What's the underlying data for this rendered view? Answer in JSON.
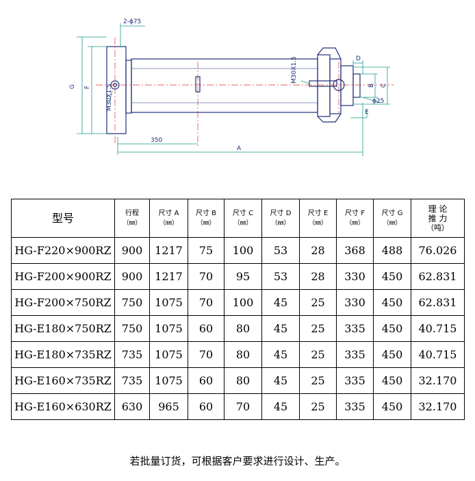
{
  "drawing": {
    "labels": {
      "top_bore": "2-ϕ75",
      "g": "G",
      "f": "F",
      "m_left": "M30X1.5",
      "m_right": "M30X1.5",
      "d": "D",
      "b": "B",
      "c": "C",
      "phi25": "ϕ25",
      "e": "E",
      "dim350": "350",
      "a": "A"
    },
    "colors": {
      "line": "#1f2d7a",
      "centerline": "#e03030",
      "dimension": "#1a9a8a"
    }
  },
  "table": {
    "headers": [
      {
        "text": "型号",
        "unit": ""
      },
      {
        "text": "行程",
        "unit": "（㎜）"
      },
      {
        "text": "尺寸 A",
        "unit": "（㎜）"
      },
      {
        "text": "尺寸 B",
        "unit": "（㎜）"
      },
      {
        "text": "尺寸 C",
        "unit": "（㎜）"
      },
      {
        "text": "尺寸 D",
        "unit": "（㎜）"
      },
      {
        "text": "尺寸 E",
        "unit": "（㎜）"
      },
      {
        "text": "尺寸 F",
        "unit": "（㎜）"
      },
      {
        "text": "尺寸 G",
        "unit": "（㎜）"
      },
      {
        "text": "理 论",
        "line2": "推 力",
        "unit": "（吨）"
      }
    ],
    "rows": [
      [
        "HG-F220×900RZ",
        "900",
        "1217",
        "75",
        "100",
        "53",
        "28",
        "368",
        "488",
        "76.026"
      ],
      [
        "HG-F200×900RZ",
        "900",
        "1217",
        "70",
        "95",
        "53",
        "28",
        "330",
        "450",
        "62.831"
      ],
      [
        "HG-F200×750RZ",
        "750",
        "1075",
        "70",
        "100",
        "45",
        "25",
        "330",
        "450",
        "62.831"
      ],
      [
        "HG-E180×750RZ",
        "750",
        "1075",
        "60",
        "80",
        "45",
        "25",
        "335",
        "450",
        "40.715"
      ],
      [
        "HG-E180×735RZ",
        "735",
        "1075",
        "70",
        "80",
        "45",
        "25",
        "335",
        "450",
        "40.715"
      ],
      [
        "HG-E160×735RZ",
        "735",
        "1075",
        "60",
        "80",
        "45",
        "25",
        "335",
        "450",
        "32.170"
      ],
      [
        "HG-E160×630RZ",
        "630",
        "965",
        "60",
        "70",
        "45",
        "25",
        "335",
        "450",
        "32.170"
      ]
    ]
  },
  "footnote": "若批量订货，可根据客户要求进行设计、生产。"
}
